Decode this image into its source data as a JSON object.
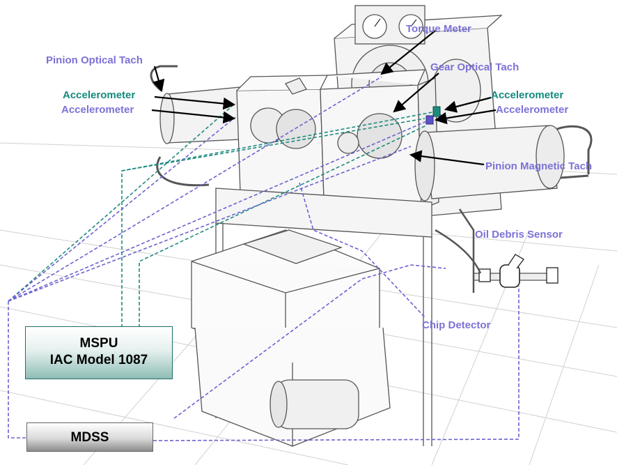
{
  "labels": {
    "torque_meter": "Torque Meter",
    "pinion_optical_tach": "Pinion Optical Tach",
    "gear_optical_tach": "Gear Optical Tach",
    "accel_left_1": "Accelerometer",
    "accel_left_2": "Accelerometer",
    "accel_right_1": "Accelerometer",
    "accel_right_2": "Accelerometer",
    "pinion_magnetic_tach": "Pinion Magnetic Tach",
    "oil_debris_sensor": "Oil Debris Sensor",
    "chip_detector": "Chip Detector"
  },
  "boxes": {
    "mspu_line1": "MSPU",
    "mspu_line2": "IAC Model 1087",
    "mdss": "MDSS"
  },
  "colors": {
    "purple_label": "#7b72d6",
    "teal_label": "#138a7d",
    "purple_wire": "#6a62d0",
    "teal_wire": "#1d8a7e"
  }
}
